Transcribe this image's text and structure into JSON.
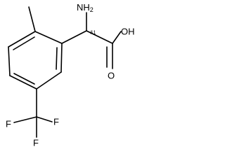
{
  "molecule": {
    "labels": {
      "amine": "NH",
      "amine_subscript": "2",
      "hydroxyl": "OH",
      "carbonyl_oxygen": "O",
      "fluorine_top": "F",
      "fluorine_left": "F",
      "fluorine_bottom": "F",
      "stereo_marker": "&1"
    },
    "colors": {
      "bond": "#000000",
      "text": "#000000",
      "background": "#ffffff"
    }
  }
}
